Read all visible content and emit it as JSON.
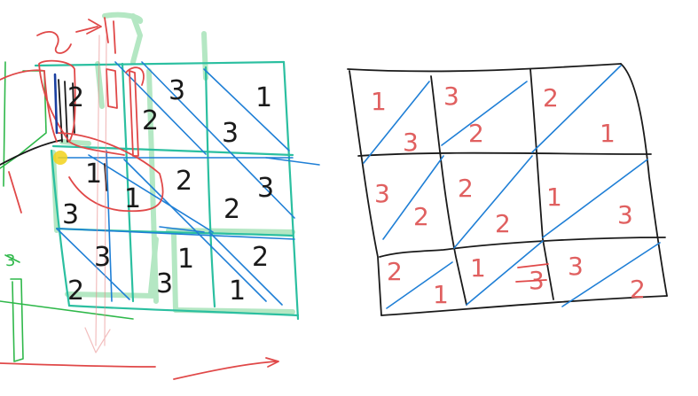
{
  "colors": {
    "green_highlight": "#9be0b0",
    "green_ink": "#2fb84a",
    "teal_grid": "#2bbfa0",
    "blue_diag": "#1f7fd6",
    "black_ink": "#1a1a1a",
    "red_ink": "#e04848",
    "red_digits": "#e06060",
    "yellow_marker": "#f2d21a"
  },
  "left_grid": {
    "row1": [
      "2",
      "3",
      "2",
      "3",
      "1"
    ],
    "row2": [
      "1",
      "3",
      "1",
      "2",
      "2",
      "3"
    ],
    "row3": [
      "2",
      "3",
      "3",
      "1",
      "1",
      "2"
    ]
  },
  "right_grid": {
    "row1": [
      "1",
      "3",
      "3",
      "2",
      "2",
      "1"
    ],
    "row2": [
      "3",
      "2",
      "2",
      "2",
      "1",
      "3"
    ],
    "row3": [
      "2",
      "1",
      "1",
      "3",
      "3",
      "2"
    ]
  }
}
